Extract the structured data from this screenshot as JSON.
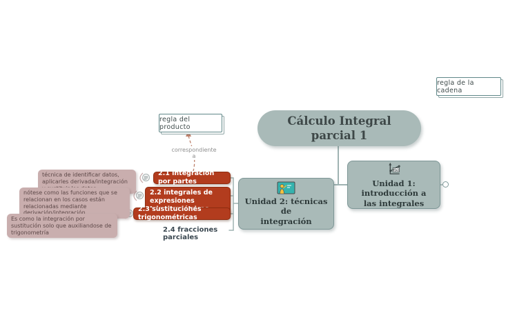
{
  "root": {
    "label": "Cálculo Integral\nparcial 1"
  },
  "units": [
    {
      "label": "Unidad 1: introducción a\nlas integrales",
      "icon": "function-graph-icon",
      "icon_label": "f(x)"
    },
    {
      "label": "Unidad 2: técnicas de\nintegración",
      "icon": "teacher-blackboard-icon"
    }
  ],
  "subtopics": [
    {
      "label": "2.1 integración por partes"
    },
    {
      "label": "2.2 integrales de expresiones trigonométricas"
    },
    {
      "label": "2.3 sustituciones trigonométricas"
    },
    {
      "label": "2.4 fracciones parciales"
    }
  ],
  "notes": [
    {
      "text": "técnica de identificar datos, aplicarles derivada/integración y sustituir los datos"
    },
    {
      "text": "nótese como las funciones que se relacionan en los casos están relacionadas mediante derivación/integración"
    },
    {
      "text": "Es como la integración por sustitución solo que auxiliandose de trigonometría"
    }
  ],
  "floating_topics": [
    {
      "label": "regla del producto"
    },
    {
      "label": "regla de la cadena"
    }
  ],
  "relationship": {
    "label": "correspondiente a"
  },
  "colors": {
    "node_fill": "#a9bab8",
    "node_border": "#7d9696",
    "subtopic_fill": "#b23c1e",
    "subtopic_border": "#8e2c10",
    "note_fill": "#c9aeae",
    "connector": "#9fb3b2",
    "relationship_line": "#bc7f6a",
    "background": "#ffffff"
  }
}
